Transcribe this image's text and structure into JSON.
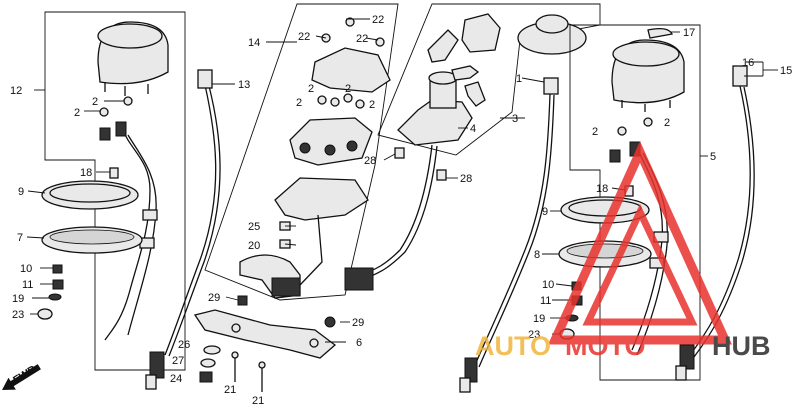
{
  "labels": {
    "n1": "1",
    "n2a": "2",
    "n2b": "2",
    "n2c": "2",
    "n2d": "2",
    "n2e": "2",
    "n2f": "2",
    "n2g": "2",
    "n2h": "2",
    "n3": "3",
    "n4": "4",
    "n5": "5",
    "n6": "6",
    "n7": "7",
    "n8": "8",
    "n9a": "9",
    "n9b": "9",
    "n10a": "10",
    "n10b": "10",
    "n11a": "11",
    "n11b": "11",
    "n12": "12",
    "n13": "13",
    "n14": "14",
    "n15": "15",
    "n16": "16",
    "n17": "17",
    "n18a": "18",
    "n18b": "18",
    "n19a": "19",
    "n19b": "19",
    "n20": "20",
    "n21a": "21",
    "n21b": "21",
    "n22a": "22",
    "n22b": "22",
    "n22c": "22",
    "n23a": "23",
    "n23b": "23",
    "n24": "24",
    "n25": "25",
    "n26": "26",
    "n27": "27",
    "n28a": "28",
    "n28b": "28",
    "n29a": "29",
    "n29b": "29"
  },
  "fwd_label": "FWD",
  "watermark": {
    "text_auto": "AUTO",
    "text_moto": "MOTO",
    "text_hub": "HUB",
    "color_triangle": "#e8322d",
    "color_auto": "#f0b43c",
    "color_hub": "#2b2b2b"
  }
}
